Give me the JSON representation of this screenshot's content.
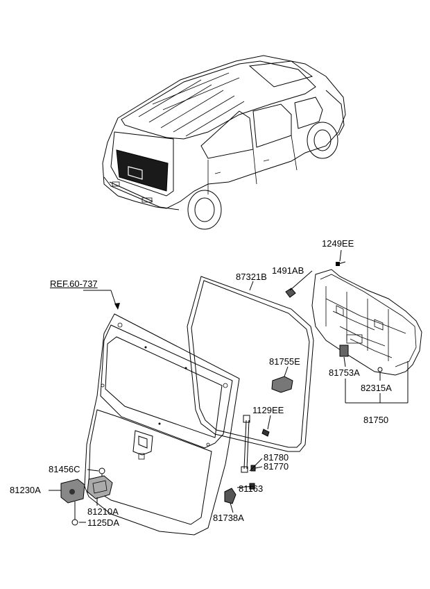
{
  "labels": {
    "ref": "REF.60-737",
    "p87321B": "87321B",
    "p1491AB": "1491AB",
    "p1249EE": "1249EE",
    "p81755E": "81755E",
    "p81753A": "81753A",
    "p82315A": "82315A",
    "p81750": "81750",
    "p1129EE": "1129EE",
    "p81780": "81780",
    "p81770": "81770",
    "p81163": "81163",
    "p81738A": "81738A",
    "p81456C": "81456C",
    "p81230A": "81230A",
    "p81210A": "81210A",
    "p1125DA": "1125DA"
  },
  "colors": {
    "line": "#000000",
    "background": "#ffffff",
    "glass": "#1a1a1a"
  }
}
